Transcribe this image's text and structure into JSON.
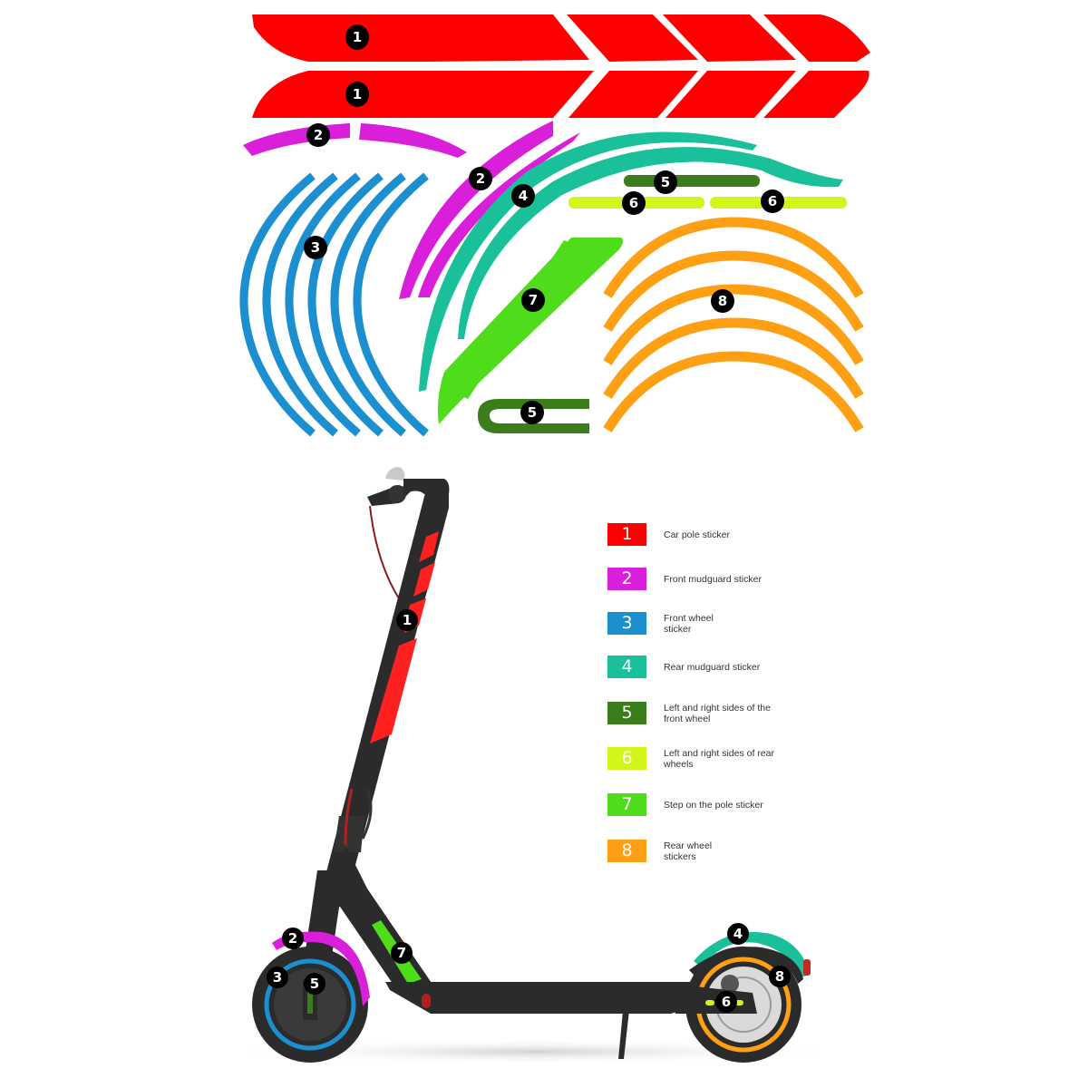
{
  "colors": {
    "red": "#ff0000",
    "magenta": "#d91fd9",
    "blue": "#1b8fcf",
    "teal": "#19c09a",
    "dark_green": "#3b7d1a",
    "lime": "#d4f51a",
    "green": "#4fdc1b",
    "orange": "#ff9f14",
    "badge": "#000000",
    "scooter_body": "#2b2b2b"
  },
  "sticker_sheet": {
    "badges": [
      {
        "id": "pole-top",
        "number": "1"
      },
      {
        "id": "pole-bottom",
        "number": "1"
      },
      {
        "id": "front-mudguard-flat",
        "number": "2"
      },
      {
        "id": "front-mudguard-arc",
        "number": "2"
      },
      {
        "id": "front-wheel",
        "number": "3"
      },
      {
        "id": "rear-mudguard",
        "number": "4"
      },
      {
        "id": "front-wheel-side-bar",
        "number": "5"
      },
      {
        "id": "front-wheel-side-u",
        "number": "5"
      },
      {
        "id": "rear-wheel-side-left",
        "number": "6"
      },
      {
        "id": "rear-wheel-side-right",
        "number": "6"
      },
      {
        "id": "step-pole",
        "number": "7"
      },
      {
        "id": "rear-wheel",
        "number": "8"
      }
    ]
  },
  "scooter_diagram": {
    "badges": [
      {
        "id": "pole",
        "number": "1"
      },
      {
        "id": "front-mudguard",
        "number": "2"
      },
      {
        "id": "front-wheel",
        "number": "3"
      },
      {
        "id": "front-wheel-side",
        "number": "5"
      },
      {
        "id": "step-pole",
        "number": "7"
      },
      {
        "id": "rear-mudguard",
        "number": "4"
      },
      {
        "id": "rear-wheel",
        "number": "8"
      },
      {
        "id": "rear-wheel-side",
        "number": "6"
      }
    ]
  },
  "legend": {
    "items": [
      {
        "number": "1",
        "label": "Car pole sticker",
        "color": "#ff0000"
      },
      {
        "number": "2",
        "label": "Front mudguard sticker",
        "color": "#d91fd9"
      },
      {
        "number": "3",
        "label": "Front wheel sticker",
        "color": "#1b8fcf"
      },
      {
        "number": "4",
        "label": "Rear mudguard sticker",
        "color": "#19c09a"
      },
      {
        "number": "5",
        "label": "Left and right sides of the front wheel",
        "color": "#3b7d1a"
      },
      {
        "number": "6",
        "label": "Left and right sides of rear wheels",
        "color": "#d4f51a"
      },
      {
        "number": "7",
        "label": "Step on the pole sticker",
        "color": "#4fdc1b"
      },
      {
        "number": "8",
        "label": "Rear wheel stickers",
        "color": "#ff9f14"
      }
    ]
  }
}
